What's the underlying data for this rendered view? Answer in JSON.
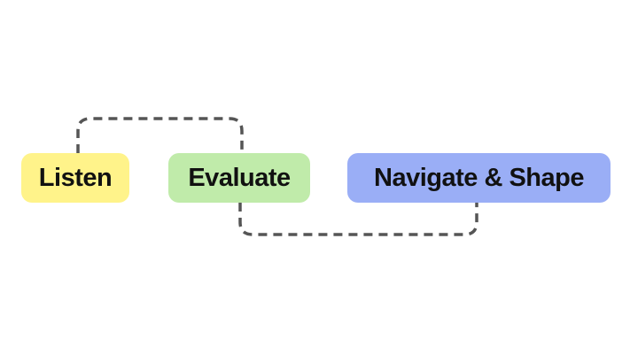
{
  "diagram": {
    "nodes": [
      {
        "id": "listen",
        "label": "Listen",
        "color": "#FFF38A"
      },
      {
        "id": "evaluate",
        "label": "Evaluate",
        "color": "#C0EBAA"
      },
      {
        "id": "navigate",
        "label": "Navigate & Shape",
        "color": "#9AAEF6"
      }
    ],
    "connectors": [
      {
        "from": "listen",
        "to": "evaluate",
        "style": "dashed",
        "side": "top"
      },
      {
        "from": "evaluate",
        "to": "navigate",
        "style": "dashed",
        "side": "bottom"
      }
    ],
    "connector_color": "#555555"
  }
}
